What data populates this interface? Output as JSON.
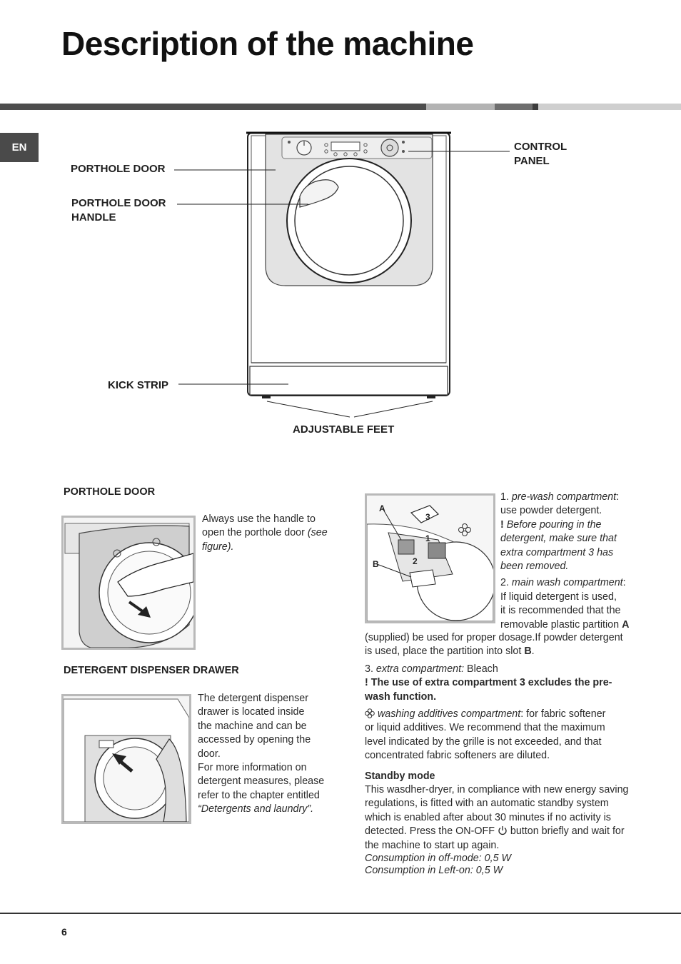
{
  "page": {
    "title": "Description of the machine",
    "lang_tab": "EN",
    "page_number": "6"
  },
  "diagram": {
    "labels": {
      "porthole_door": "PORTHOLE DOOR",
      "porthole_door_handle_1": "PORTHOLE DOOR",
      "porthole_door_handle_2": "HANDLE",
      "control_panel_1": "CONTROL",
      "control_panel_2": "PANEL",
      "kick_strip": "KICK STRIP",
      "adjustable_feet": "ADJUSTABLE FEET"
    }
  },
  "porthole_section": {
    "heading": "PORTHOLE DOOR",
    "text_1": "Always use the handle to",
    "text_2": "open the porthole door ",
    "text_2_italic_a": "(see",
    "text_3_italic": "figure)."
  },
  "drawer_section": {
    "heading": "DETERGENT DISPENSER DRAWER",
    "lines": [
      "The detergent dispenser",
      "drawer is located inside",
      "the machine and can be",
      "accessed by opening the",
      "door.",
      "For more information on",
      "detergent measures, please",
      "refer to the chapter entitled"
    ],
    "italic_line": "“Detergents and laundry”."
  },
  "dispenser_figure": {
    "labels": {
      "a": "A",
      "b": "B",
      "n1": "1",
      "n2": "2",
      "n3": "3"
    }
  },
  "compartments": {
    "c1_num": "1. ",
    "c1_name": "pre-wash compartment",
    "c1_colon": ":",
    "c1_line2": "use powder detergent.",
    "warn_mark": "!",
    "c1_warn_1": " Before pouring in the",
    "c1_warn_2": "detergent, make sure that",
    "c1_warn_3": "extra compartment 3 has",
    "c1_warn_4": "been removed.",
    "c2_num": "2. ",
    "c2_name": "main wash compartment",
    "c2_colon": ":",
    "c2_line2": "If liquid detergent is used,",
    "c2_line3": "it is recommended that the",
    "c2_line4a": "removable plastic partition ",
    "c2_A": "A",
    "c2_line5": "(supplied) be used for proper dosage.If powder detergent",
    "c2_line6a": "is used, place the partition into slot ",
    "c2_B": "B",
    "c2_line6b": ".",
    "c3_num": "3. ",
    "c3_name": "extra compartment:",
    "c3_value": " Bleach",
    "c3_warn_mark": "!",
    "c3_warn_1": " The use of extra compartment 3 excludes the pre-",
    "c3_warn_2": "wash function.",
    "add_name": " washing additives compartment",
    "add_1": ": for fabric softener",
    "add_2": "or liquid additives. We recommend that the maximum",
    "add_3": "level indicated by the grille is not exceeded, and that",
    "add_4": "concentrated fabric softeners are diluted."
  },
  "standby": {
    "heading": "Standby mode",
    "line1": "This wasdher-dryer, in compliance with new energy saving",
    "line2": "regulations, is fitted with an automatic standby system",
    "line3": "which is enabled after about 30 minutes if no activity is",
    "line4a": "detected. Press the ON-OFF ",
    "line4b": " button briefly and wait for",
    "line5": "the machine to start up again.",
    "consumption_off": "Consumption in off-mode: 0,5 W",
    "consumption_left": "Consumption in Left-on: 0,5 W"
  },
  "colors": {
    "bar_dark": "#4d4d4d",
    "bar_mid": "#b3b3b3",
    "bar_dark2": "#6e6e6e",
    "bar_light": "#cfcfcf",
    "figure_border": "#b9b9b9"
  }
}
